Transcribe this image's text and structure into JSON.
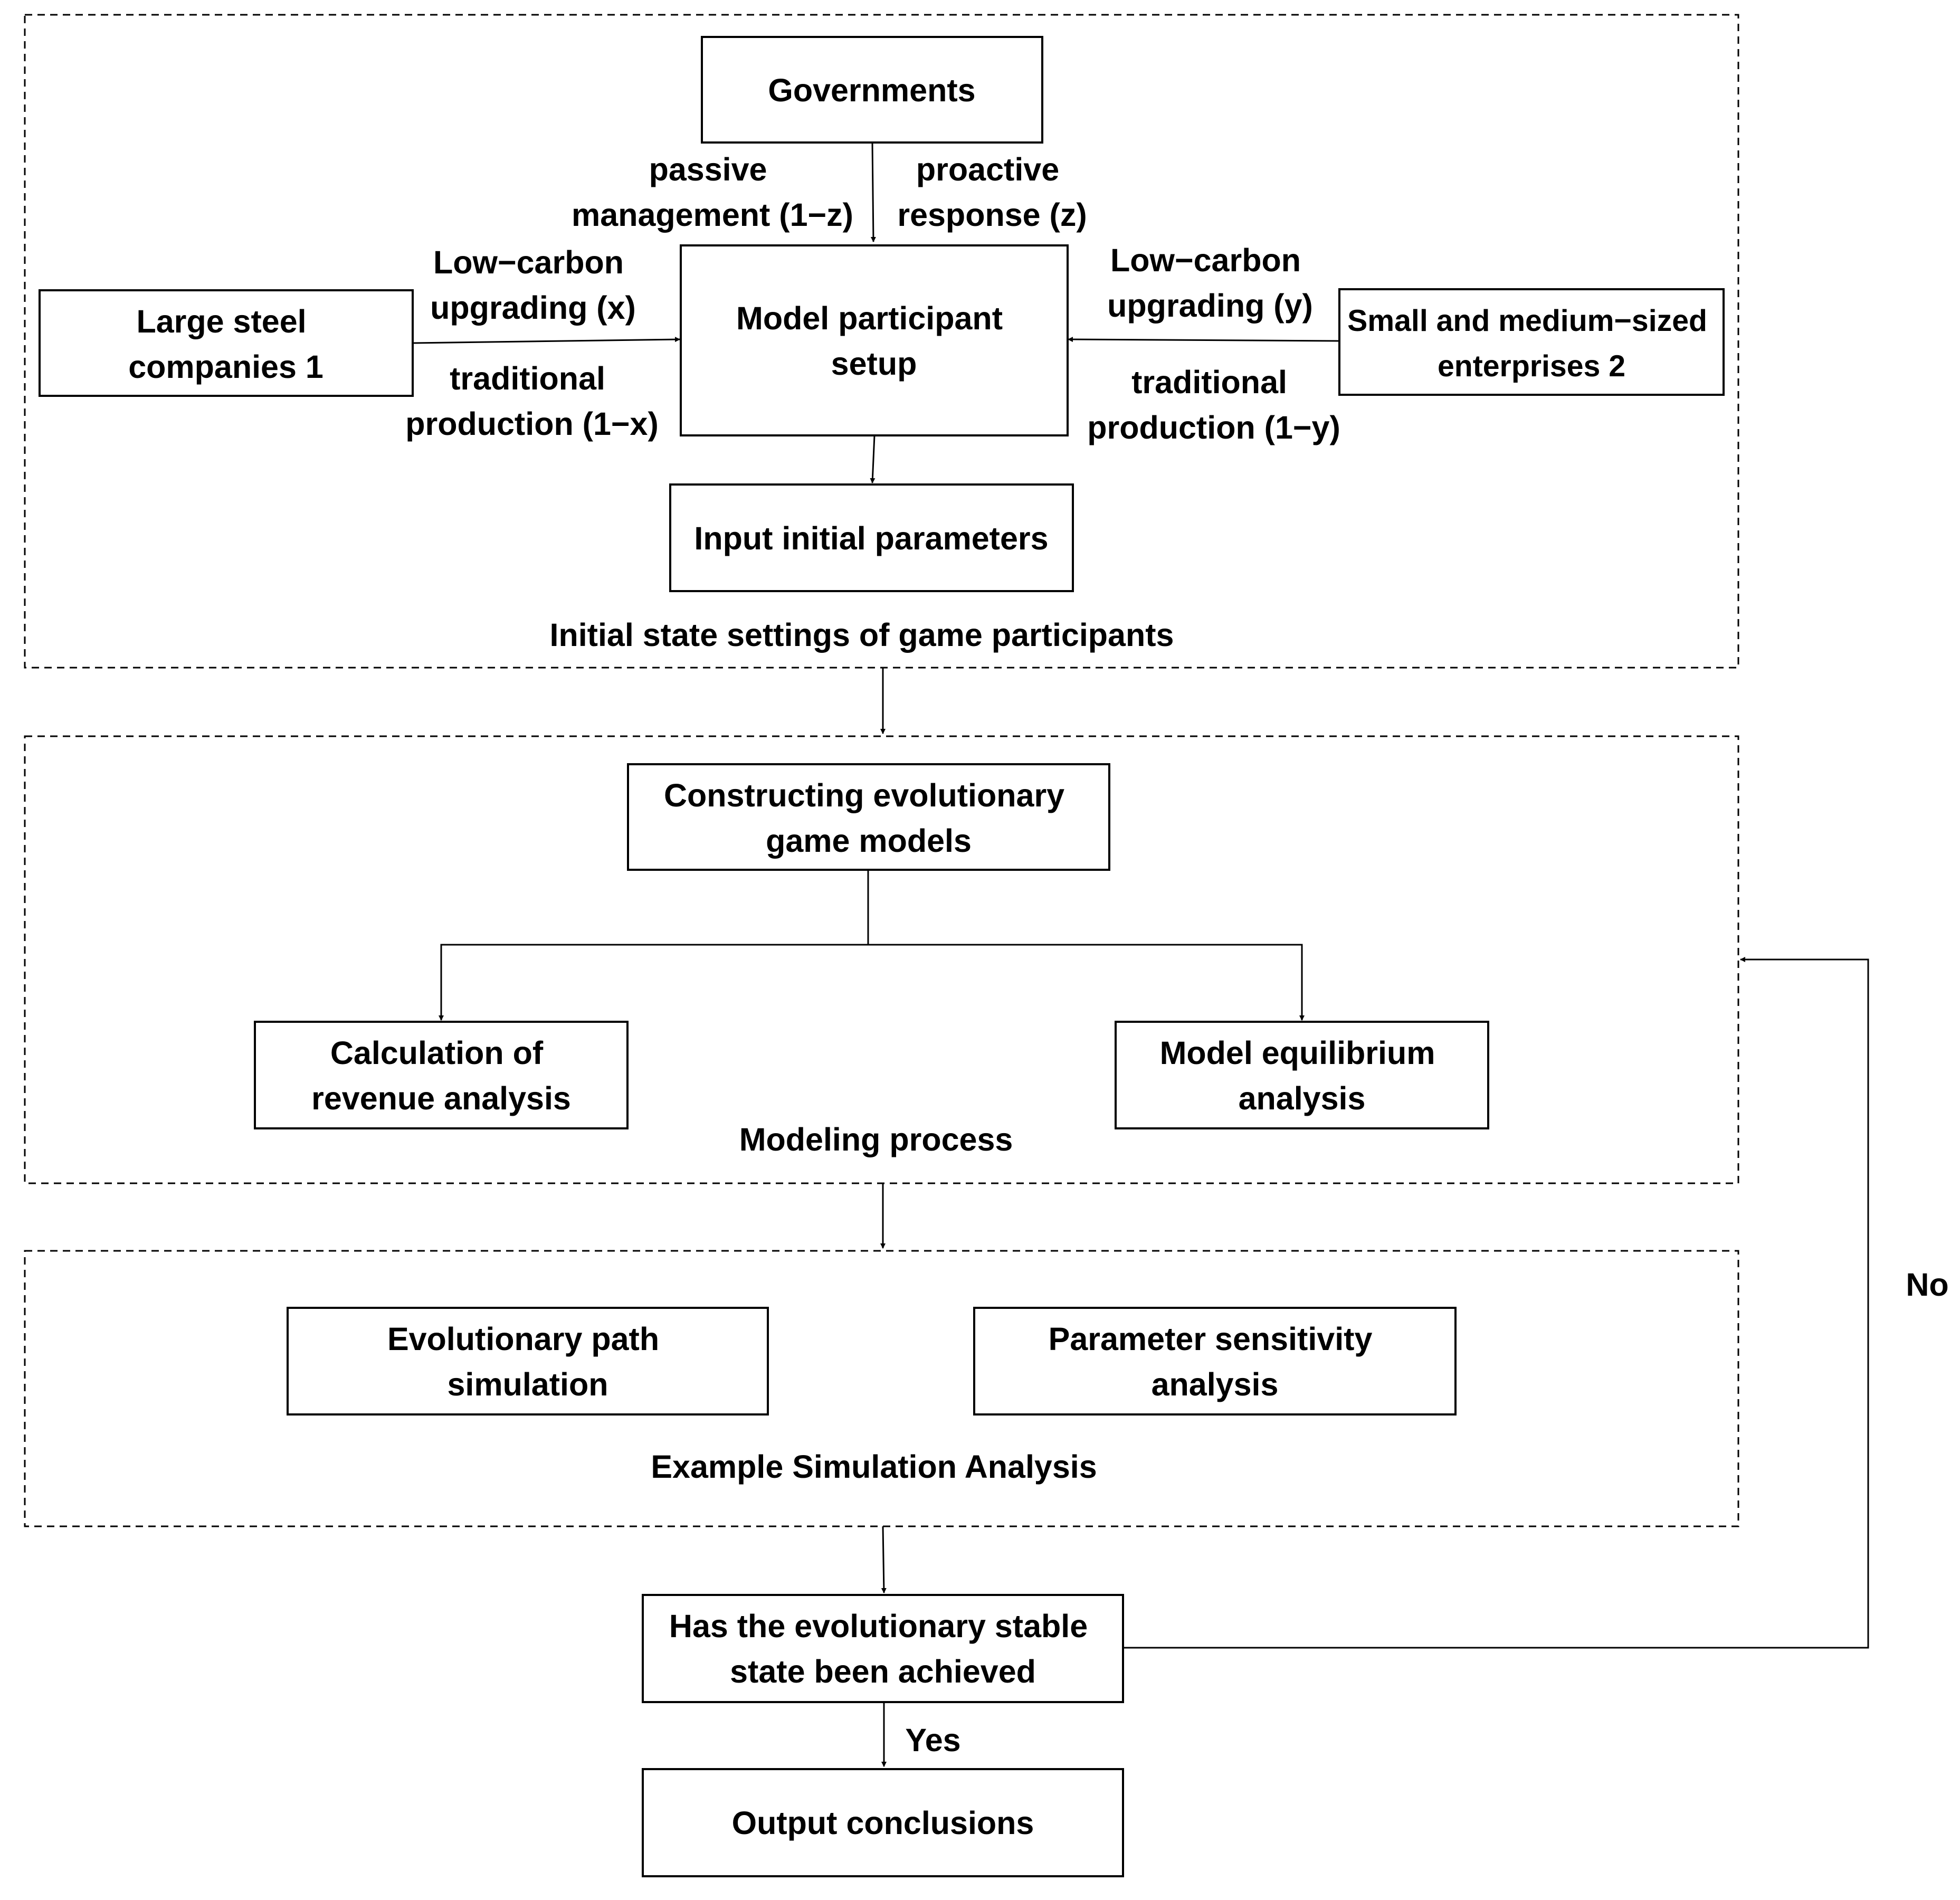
{
  "groups": {
    "initial_state": "Initial state settings of game participants",
    "modeling": "Modeling process",
    "simulation": "Example Simulation Analysis"
  },
  "nodes": {
    "governments": [
      "Governments"
    ],
    "setup": [
      "Model participant",
      "setup"
    ],
    "large_steel": [
      "Large steel",
      "companies 1"
    ],
    "sme": [
      "Small and medium−sized",
      "enterprises 2"
    ],
    "input_params": [
      "Input initial parameters"
    ],
    "constructing": [
      "Constructing evolutionary",
      "game models"
    ],
    "revenue": [
      "Calculation of",
      "revenue analysis"
    ],
    "equilibrium": [
      "Model equilibrium",
      "analysis"
    ],
    "evo_path": [
      "Evolutionary path",
      "simulation"
    ],
    "sensitivity": [
      "Parameter sensitivity",
      "analysis"
    ],
    "decision": [
      "Has the evolutionary stable",
      "state been achieved"
    ],
    "output": [
      "Output conclusions"
    ]
  },
  "edge_labels": {
    "passive": [
      "passive",
      "management (1−z)"
    ],
    "proactive": [
      "proactive",
      "response (z)"
    ],
    "lowcarbon_x": [
      "Low−carbon",
      "upgrading (x)"
    ],
    "traditional_x": [
      "traditional",
      "production (1−x)"
    ],
    "lowcarbon_y": [
      "Low−carbon",
      "upgrading (y)"
    ],
    "traditional_y": [
      "traditional",
      "production (1−y)"
    ],
    "yes": [
      "Yes"
    ],
    "no": [
      "No"
    ]
  }
}
